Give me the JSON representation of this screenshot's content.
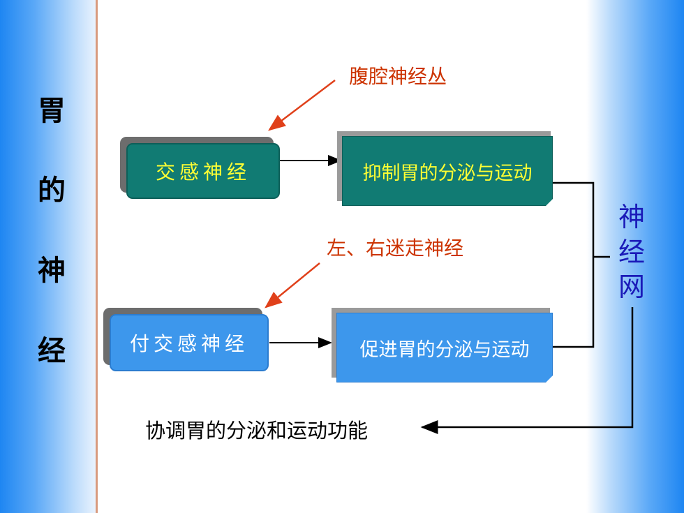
{
  "side_title": [
    "胃",
    "的",
    "神",
    "经"
  ],
  "annotations": {
    "celiac": "腹腔神经丛",
    "vagus": "左、右迷走神经"
  },
  "boxes": {
    "sympathetic": "交感神经",
    "parasympathetic": "付交感神经"
  },
  "effects": {
    "inhibit": "抑制胃的分泌与运动",
    "promote": "促进胃的分泌与运动"
  },
  "network": [
    "神",
    "经",
    "网"
  ],
  "conclusion": "协调胃的分泌和运动功能",
  "colors": {
    "accent_blue": "#1e86f2",
    "teal_box": "#117b73",
    "blue_box": "#3d97ec",
    "annotation_red": "#cc3300",
    "network_text": "#1a1ab8",
    "inhibit_text": "#ffff33"
  }
}
